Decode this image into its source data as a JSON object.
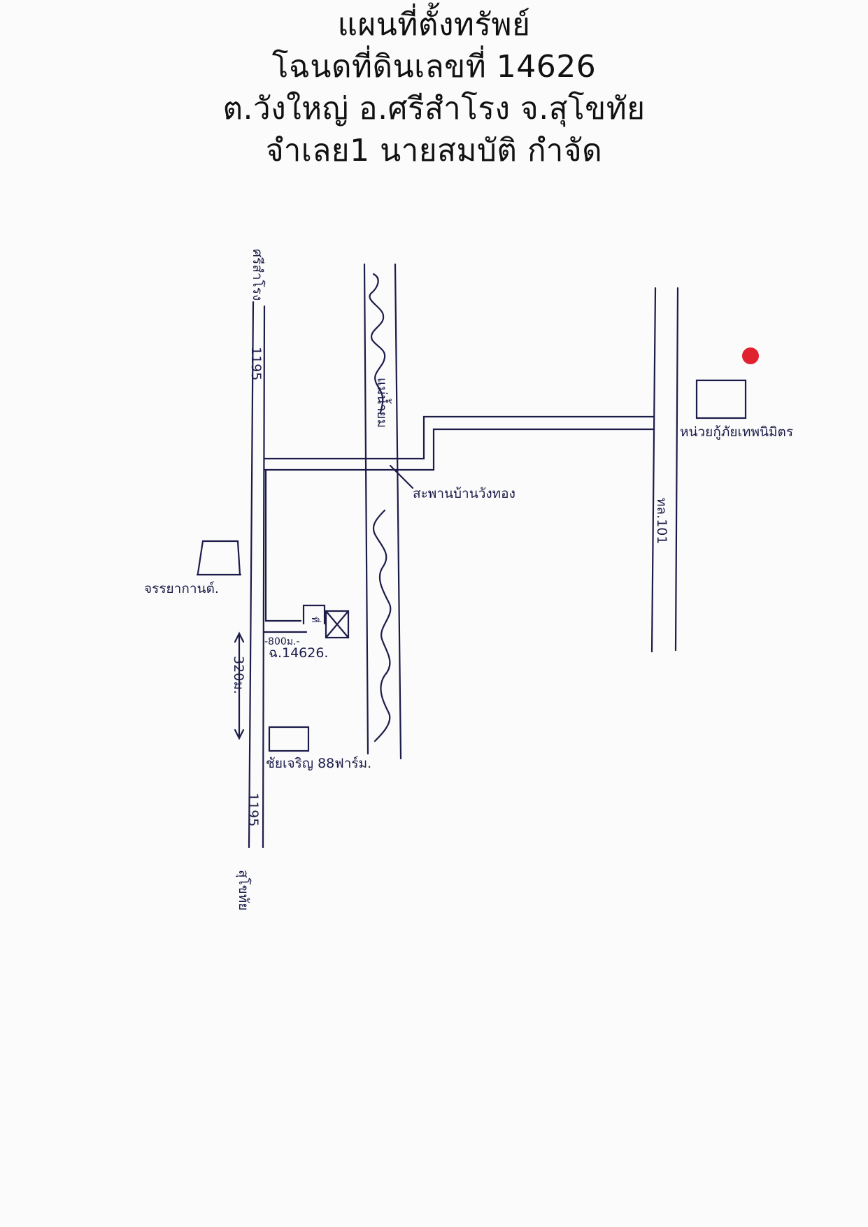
{
  "title": {
    "line1": "แผนที่ตั้งทรัพย์",
    "line2": "โฉนดที่ดินเลขที่ 14626",
    "line3": "ต.วังใหญ่ อ.ศรีสำโรง จ.สุโขทัย",
    "line4": "จำเลย1 นายสมบัติ กำจัด"
  },
  "labels": {
    "north_end": "ศรีสำโรง",
    "road_num_top": "1195",
    "road_num_bottom": "1195",
    "south_end": "สุโขทัย",
    "river": "แม่น้ำยม",
    "bridge": "สะพานบ้านวังทอง",
    "road_right": "ทล.101",
    "police_unit": "หน่วยกู้ภัยเทพนิมิตร",
    "police_station": "จรรยากานต์.",
    "distance_small": "-800ม.-",
    "parcel": "ฉ.14626.",
    "distance_main": "320ม.",
    "parcel_small": "ที่",
    "shop": "ชัยเจริญ 88ฟาร์ม."
  },
  "colors": {
    "ink": "#1c1c4a",
    "marker": "#e0212e",
    "paper": "#fbfbfb"
  }
}
